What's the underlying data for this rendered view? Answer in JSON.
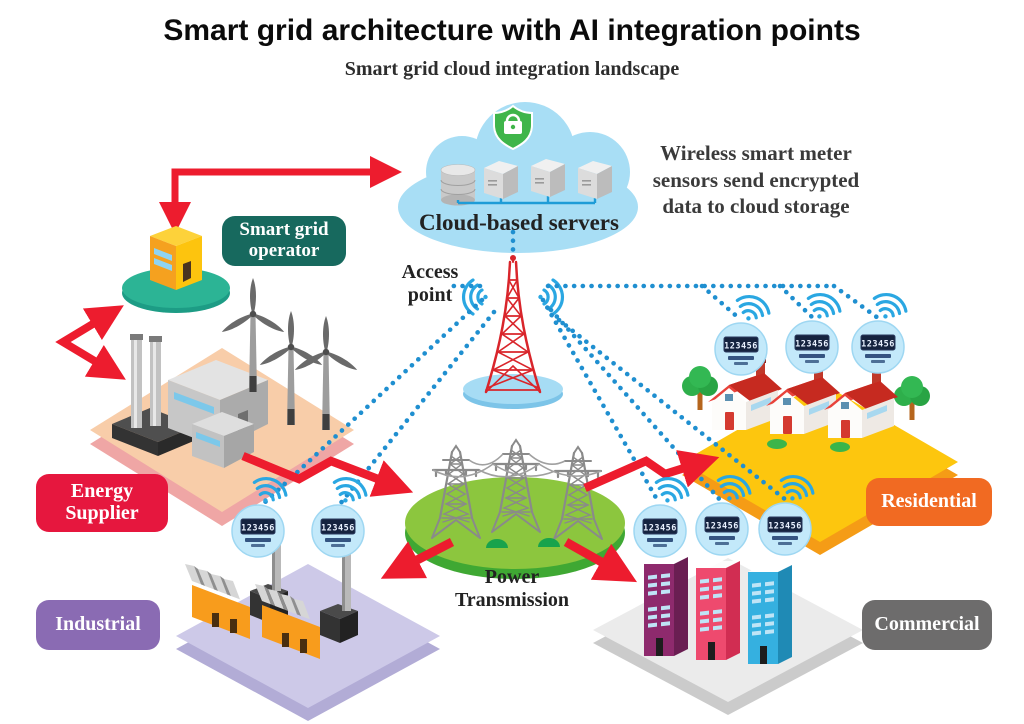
{
  "title": "Smart grid architecture with AI integration points",
  "subtitle": "Smart grid cloud integration landscape",
  "cloud": {
    "label": "Cloud-based servers"
  },
  "notes": {
    "wireless": "Wireless smart meter\nsensors send encrypted\ndata to cloud storage",
    "access_point": "Access\npoint",
    "power_transmission": "Power\nTransmission"
  },
  "badges": {
    "operator": {
      "label": "Smart grid\noperator",
      "color": "#17695e"
    },
    "energy": {
      "label": "Energy\nSupplier",
      "color": "#e6173e"
    },
    "industrial": {
      "label": "Industrial",
      "color": "#8a6bb3"
    },
    "residential": {
      "label": "Residential",
      "color": "#f16a22"
    },
    "commercial": {
      "label": "Commercial",
      "color": "#6d6c6c"
    }
  },
  "meter": {
    "reading": "123456"
  },
  "colors": {
    "arrow_red": "#ed1c2e",
    "dotted_link_blue": "#1f8fd0",
    "cloud_blue": "#a8def5",
    "shield_green": "#3fb54a",
    "residential_platform": "#fdc60e",
    "industrial_platform": "#cdc9e8",
    "commercial_platform": "#ebebeb",
    "energy_platform": "#f8cda9",
    "transmission_green": "#8cc63e",
    "operator_pad_teal": "#2cb495"
  }
}
